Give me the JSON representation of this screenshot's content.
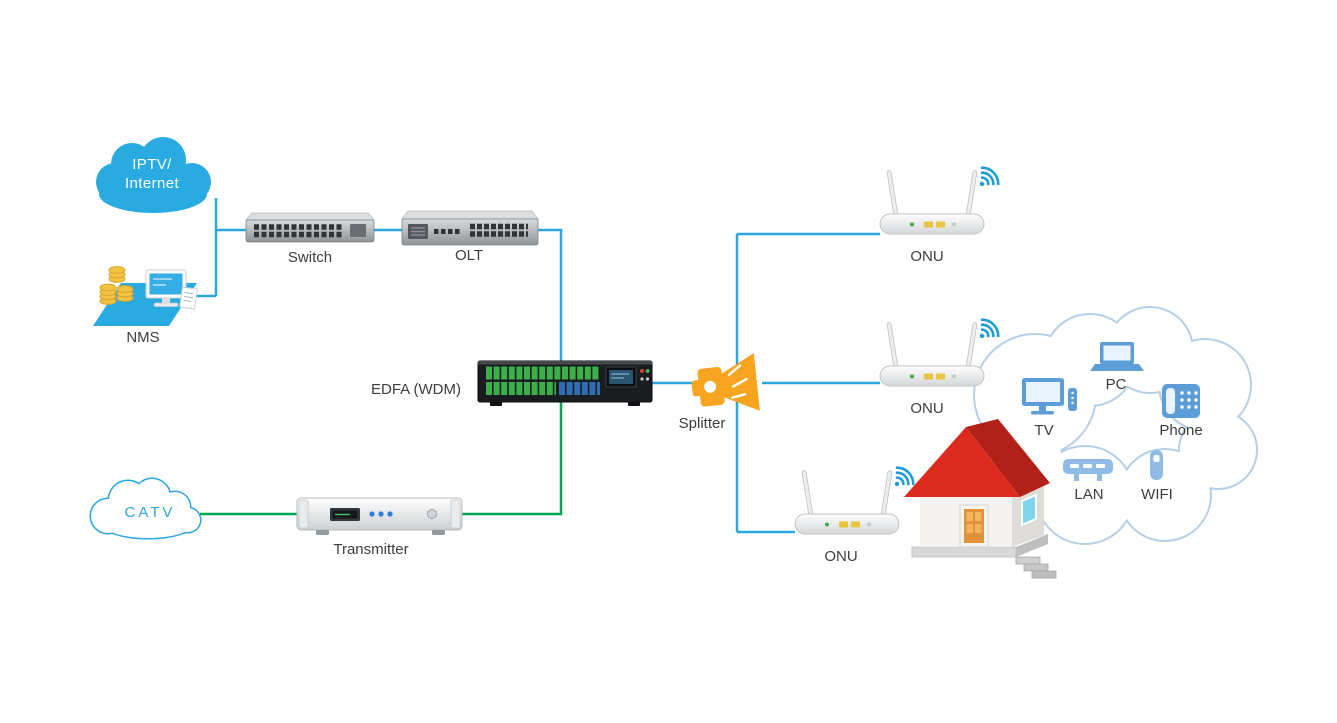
{
  "labels": {
    "iptv_line1": "IPTV/",
    "iptv_line2": "Internet",
    "nms": "NMS",
    "switch": "Switch",
    "olt": "OLT",
    "edfa": "EDFA (WDM)",
    "splitter": "Splitter",
    "onu_top": "ONU",
    "onu_middle": "ONU",
    "onu_bottom": "ONU",
    "catv": "CATV",
    "transmitter": "Transmitter",
    "tv": "TV",
    "pc": "PC",
    "phone": "Phone",
    "lan": "LAN",
    "wifi": "WIFI"
  },
  "colors": {
    "line_blue": "#2AA7DF",
    "line_green": "#00A651",
    "cloud_blue": "#29ABE2",
    "services_cloud_outline": "#B5CFE8",
    "splitter_orange": "#F7A421",
    "house_roof_red": "#DD2A1E",
    "service_icon_blue": "#5D9ED8",
    "wifi_signal_blue": "#1E9CD7",
    "label_text": "#3D3D3D"
  },
  "icons": [
    "iptv-internet-cloud",
    "catv-cloud",
    "services-cloud",
    "nms-database-monitor",
    "wifi-signal",
    "splitter-horn",
    "house",
    "tv-icon",
    "pc-icon",
    "phone-icon",
    "lan-hub-icon",
    "wifi-dongle-icon"
  ]
}
